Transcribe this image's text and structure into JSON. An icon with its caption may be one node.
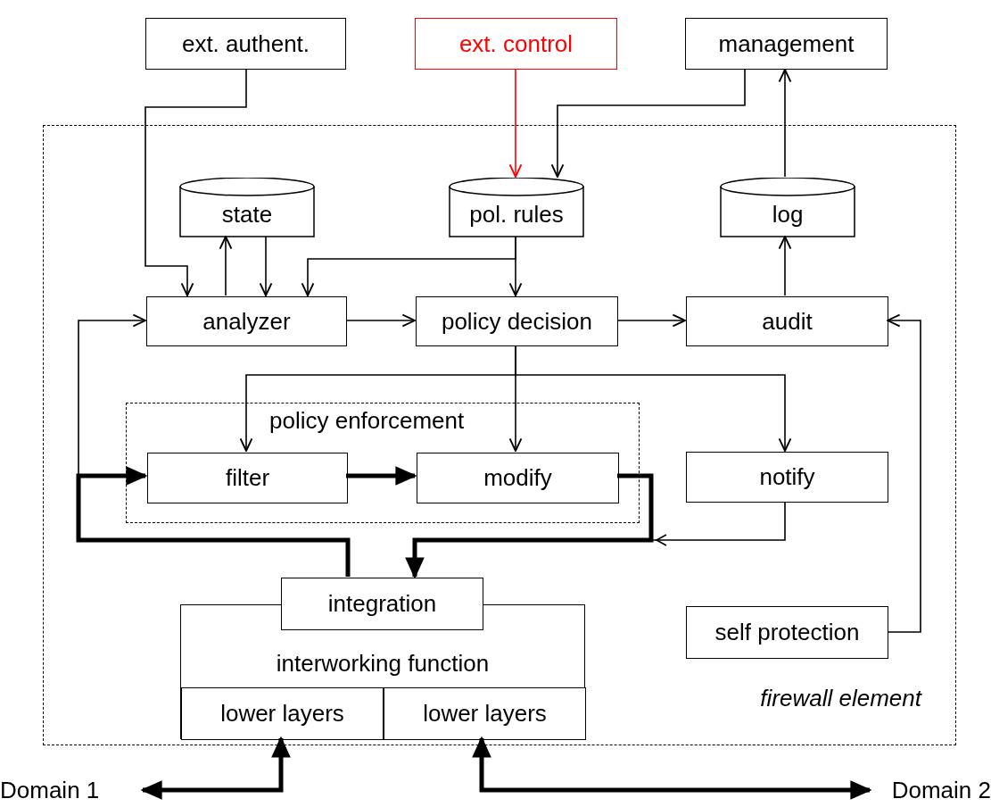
{
  "diagram": {
    "nodes": [
      {
        "text": [
          "firewall element"
        ]
      },
      {
        "text": [
          "ext. authent."
        ]
      },
      {
        "text": [
          "ext. control"
        ]
      },
      {
        "text": [
          "management"
        ]
      },
      {
        "text": [
          "state"
        ],
        "in": 0
      },
      {
        "text": [
          "pol. rules"
        ],
        "in": 0
      },
      {
        "text": [
          "log"
        ],
        "in": 0
      },
      {
        "text": [
          "analyzer"
        ],
        "in": 0
      },
      {
        "text": [
          "policy decision"
        ],
        "in": 0
      },
      {
        "text": [
          "audit"
        ],
        "in": 0
      },
      {
        "text": [
          "policy enforcement"
        ],
        "in": 0
      },
      {
        "text": [
          "filter"
        ],
        "in": 10
      },
      {
        "text": [
          "modify"
        ],
        "in": 10
      },
      {
        "text": [
          "notify"
        ],
        "in": 0
      },
      {
        "text": [
          "interworking function"
        ],
        "in": 0
      },
      {
        "text": [
          "integration"
        ],
        "in": 0
      },
      {
        "text": [
          "lower layers"
        ],
        "in": 14
      },
      {
        "text": [
          "lower layers"
        ],
        "in": 14
      },
      {
        "text": [
          "self protection"
        ],
        "in": 0
      },
      {
        "text": [
          "Domain 1"
        ]
      },
      {
        "text": [
          "Domain 2"
        ]
      }
    ],
    "edges": [
      {
        "from": 1,
        "to": 7,
        "arrow": "to"
      },
      {
        "from": 2,
        "to": 5,
        "arrow": "to",
        "color": "#ff0000"
      },
      {
        "from": 3,
        "to": 5,
        "arrow": "to"
      },
      {
        "from": 6,
        "to": 3,
        "arrow": "to"
      },
      {
        "from": 7,
        "to": 4,
        "arrow": "to"
      },
      {
        "from": 4,
        "to": 7,
        "arrow": "to"
      },
      {
        "from": 5,
        "to": 7,
        "arrow": "to"
      },
      {
        "from": 5,
        "to": 8,
        "arrow": "to"
      },
      {
        "from": 7,
        "to": 8,
        "arrow": "to"
      },
      {
        "from": 8,
        "to": 9,
        "arrow": "to"
      },
      {
        "from": 9,
        "to": 6,
        "arrow": "to"
      },
      {
        "from": 8,
        "to": 11,
        "arrow": "to"
      },
      {
        "from": 8,
        "to": 12,
        "arrow": "to"
      },
      {
        "from": 8,
        "to": 13,
        "arrow": "to"
      },
      {
        "from": 11,
        "to": 12,
        "arrow": "to",
        "style": "thick"
      },
      {
        "from": 12,
        "to": 15,
        "arrow": "to",
        "style": "thick"
      },
      {
        "from": 15,
        "to": 11,
        "arrow": "to",
        "style": "thick"
      },
      {
        "from": 15,
        "to": 7,
        "arrow": "to"
      },
      {
        "from": 13,
        "to": 15,
        "arrow": "to"
      },
      {
        "from": 18,
        "to": 9,
        "arrow": "to"
      },
      {
        "from": 19,
        "to": 16,
        "arrow": "both",
        "style": "thick"
      },
      {
        "from": 17,
        "to": 20,
        "arrow": "both",
        "style": "thick"
      }
    ]
  }
}
